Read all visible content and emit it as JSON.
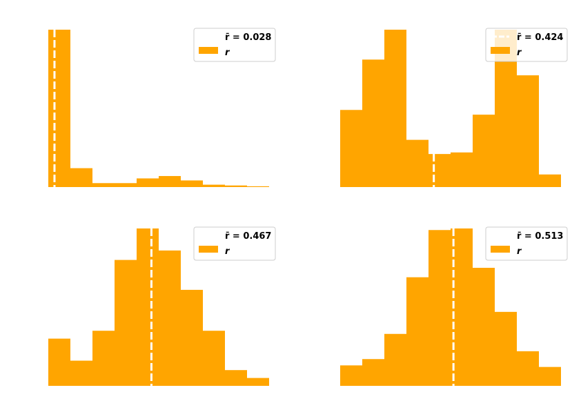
{
  "chart_data": [
    {
      "type": "bar",
      "subtype": "histogram",
      "bins": 10,
      "xlim": [
        0,
        1
      ],
      "values": [
        1.0,
        0.12,
        0.025,
        0.025,
        0.055,
        0.07,
        0.042,
        0.015,
        0.01,
        0.005
      ],
      "mean_line": 0.028,
      "legend": {
        "mean_label": "r̄ = 0.028",
        "bar_label": "r",
        "position": "top-right"
      },
      "axes_visible": false,
      "color": "#FFA500",
      "mean_line_color": "#ffffff"
    },
    {
      "type": "bar",
      "subtype": "histogram",
      "bins": 10,
      "xlim": [
        0,
        1
      ],
      "values": [
        0.49,
        0.81,
        1.0,
        0.3,
        0.21,
        0.22,
        0.46,
        1.0,
        0.71,
        0.08
      ],
      "mean_line": 0.424,
      "legend": {
        "mean_label": "r̄ = 0.424",
        "bar_label": "r",
        "position": "top-right"
      },
      "axes_visible": false,
      "color": "#FFA500",
      "mean_line_color": "#ffffff"
    },
    {
      "type": "bar",
      "subtype": "histogram",
      "bins": 10,
      "xlim": [
        0,
        1
      ],
      "values": [
        0.3,
        0.16,
        0.35,
        0.8,
        1.0,
        0.86,
        0.61,
        0.35,
        0.1,
        0.05
      ],
      "mean_line": 0.467,
      "legend": {
        "mean_label": "r̄ = 0.467",
        "bar_label": "r",
        "position": "top-right"
      },
      "axes_visible": false,
      "color": "#FFA500",
      "mean_line_color": "#ffffff"
    },
    {
      "type": "bar",
      "subtype": "histogram",
      "bins": 10,
      "xlim": [
        0,
        1
      ],
      "values": [
        0.13,
        0.17,
        0.33,
        0.69,
        0.99,
        1.0,
        0.75,
        0.47,
        0.22,
        0.12
      ],
      "mean_line": 0.513,
      "legend": {
        "mean_label": "r̄ = 0.513",
        "bar_label": "r",
        "position": "top-right"
      },
      "axes_visible": false,
      "color": "#FFA500",
      "mean_line_color": "#ffffff"
    }
  ]
}
